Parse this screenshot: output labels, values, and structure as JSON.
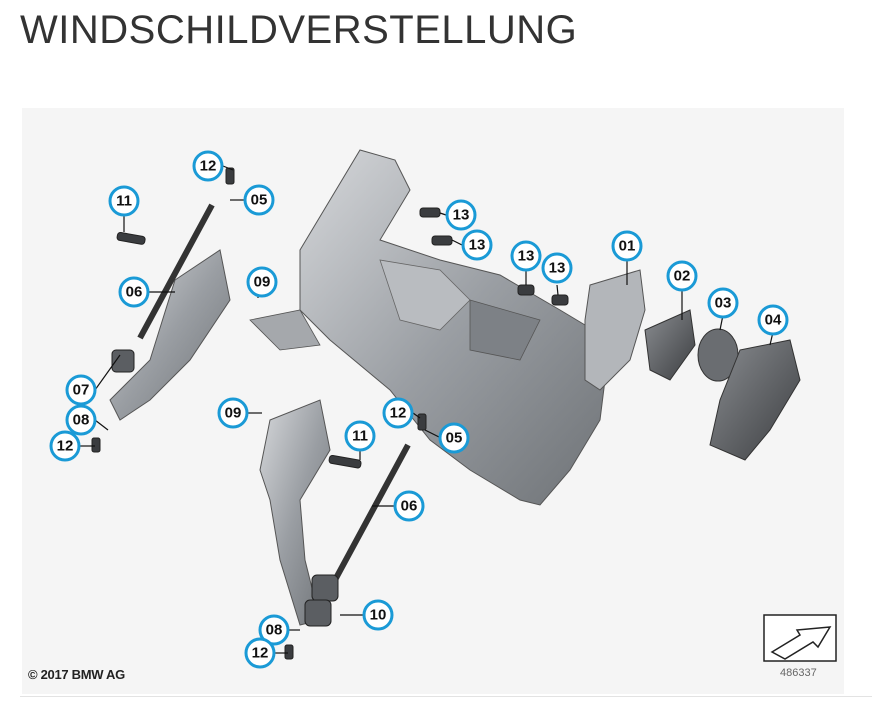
{
  "title": "WINDSCHILDVERSTELLUNG",
  "copyright": "© 2017 BMW AG",
  "reference_number": "486337",
  "callouts": [
    {
      "id": "01",
      "label": "01"
    },
    {
      "id": "02",
      "label": "02"
    },
    {
      "id": "03",
      "label": "03"
    },
    {
      "id": "04",
      "label": "04"
    },
    {
      "id": "05a",
      "label": "05"
    },
    {
      "id": "05b",
      "label": "05"
    },
    {
      "id": "06a",
      "label": "06"
    },
    {
      "id": "06b",
      "label": "06"
    },
    {
      "id": "07",
      "label": "07"
    },
    {
      "id": "08a",
      "label": "08"
    },
    {
      "id": "08b",
      "label": "08"
    },
    {
      "id": "09a",
      "label": "09"
    },
    {
      "id": "09b",
      "label": "09"
    },
    {
      "id": "10",
      "label": "10"
    },
    {
      "id": "11a",
      "label": "11"
    },
    {
      "id": "11b",
      "label": "11"
    },
    {
      "id": "12a",
      "label": "12"
    },
    {
      "id": "12b",
      "label": "12"
    },
    {
      "id": "12c",
      "label": "12"
    },
    {
      "id": "12d",
      "label": "12"
    },
    {
      "id": "13a",
      "label": "13"
    },
    {
      "id": "13b",
      "label": "13"
    },
    {
      "id": "13c",
      "label": "13"
    },
    {
      "id": "13d",
      "label": "13"
    }
  ],
  "colors": {
    "callout_ring": "#1a9ad6",
    "part_gray": "#8c8f94"
  }
}
